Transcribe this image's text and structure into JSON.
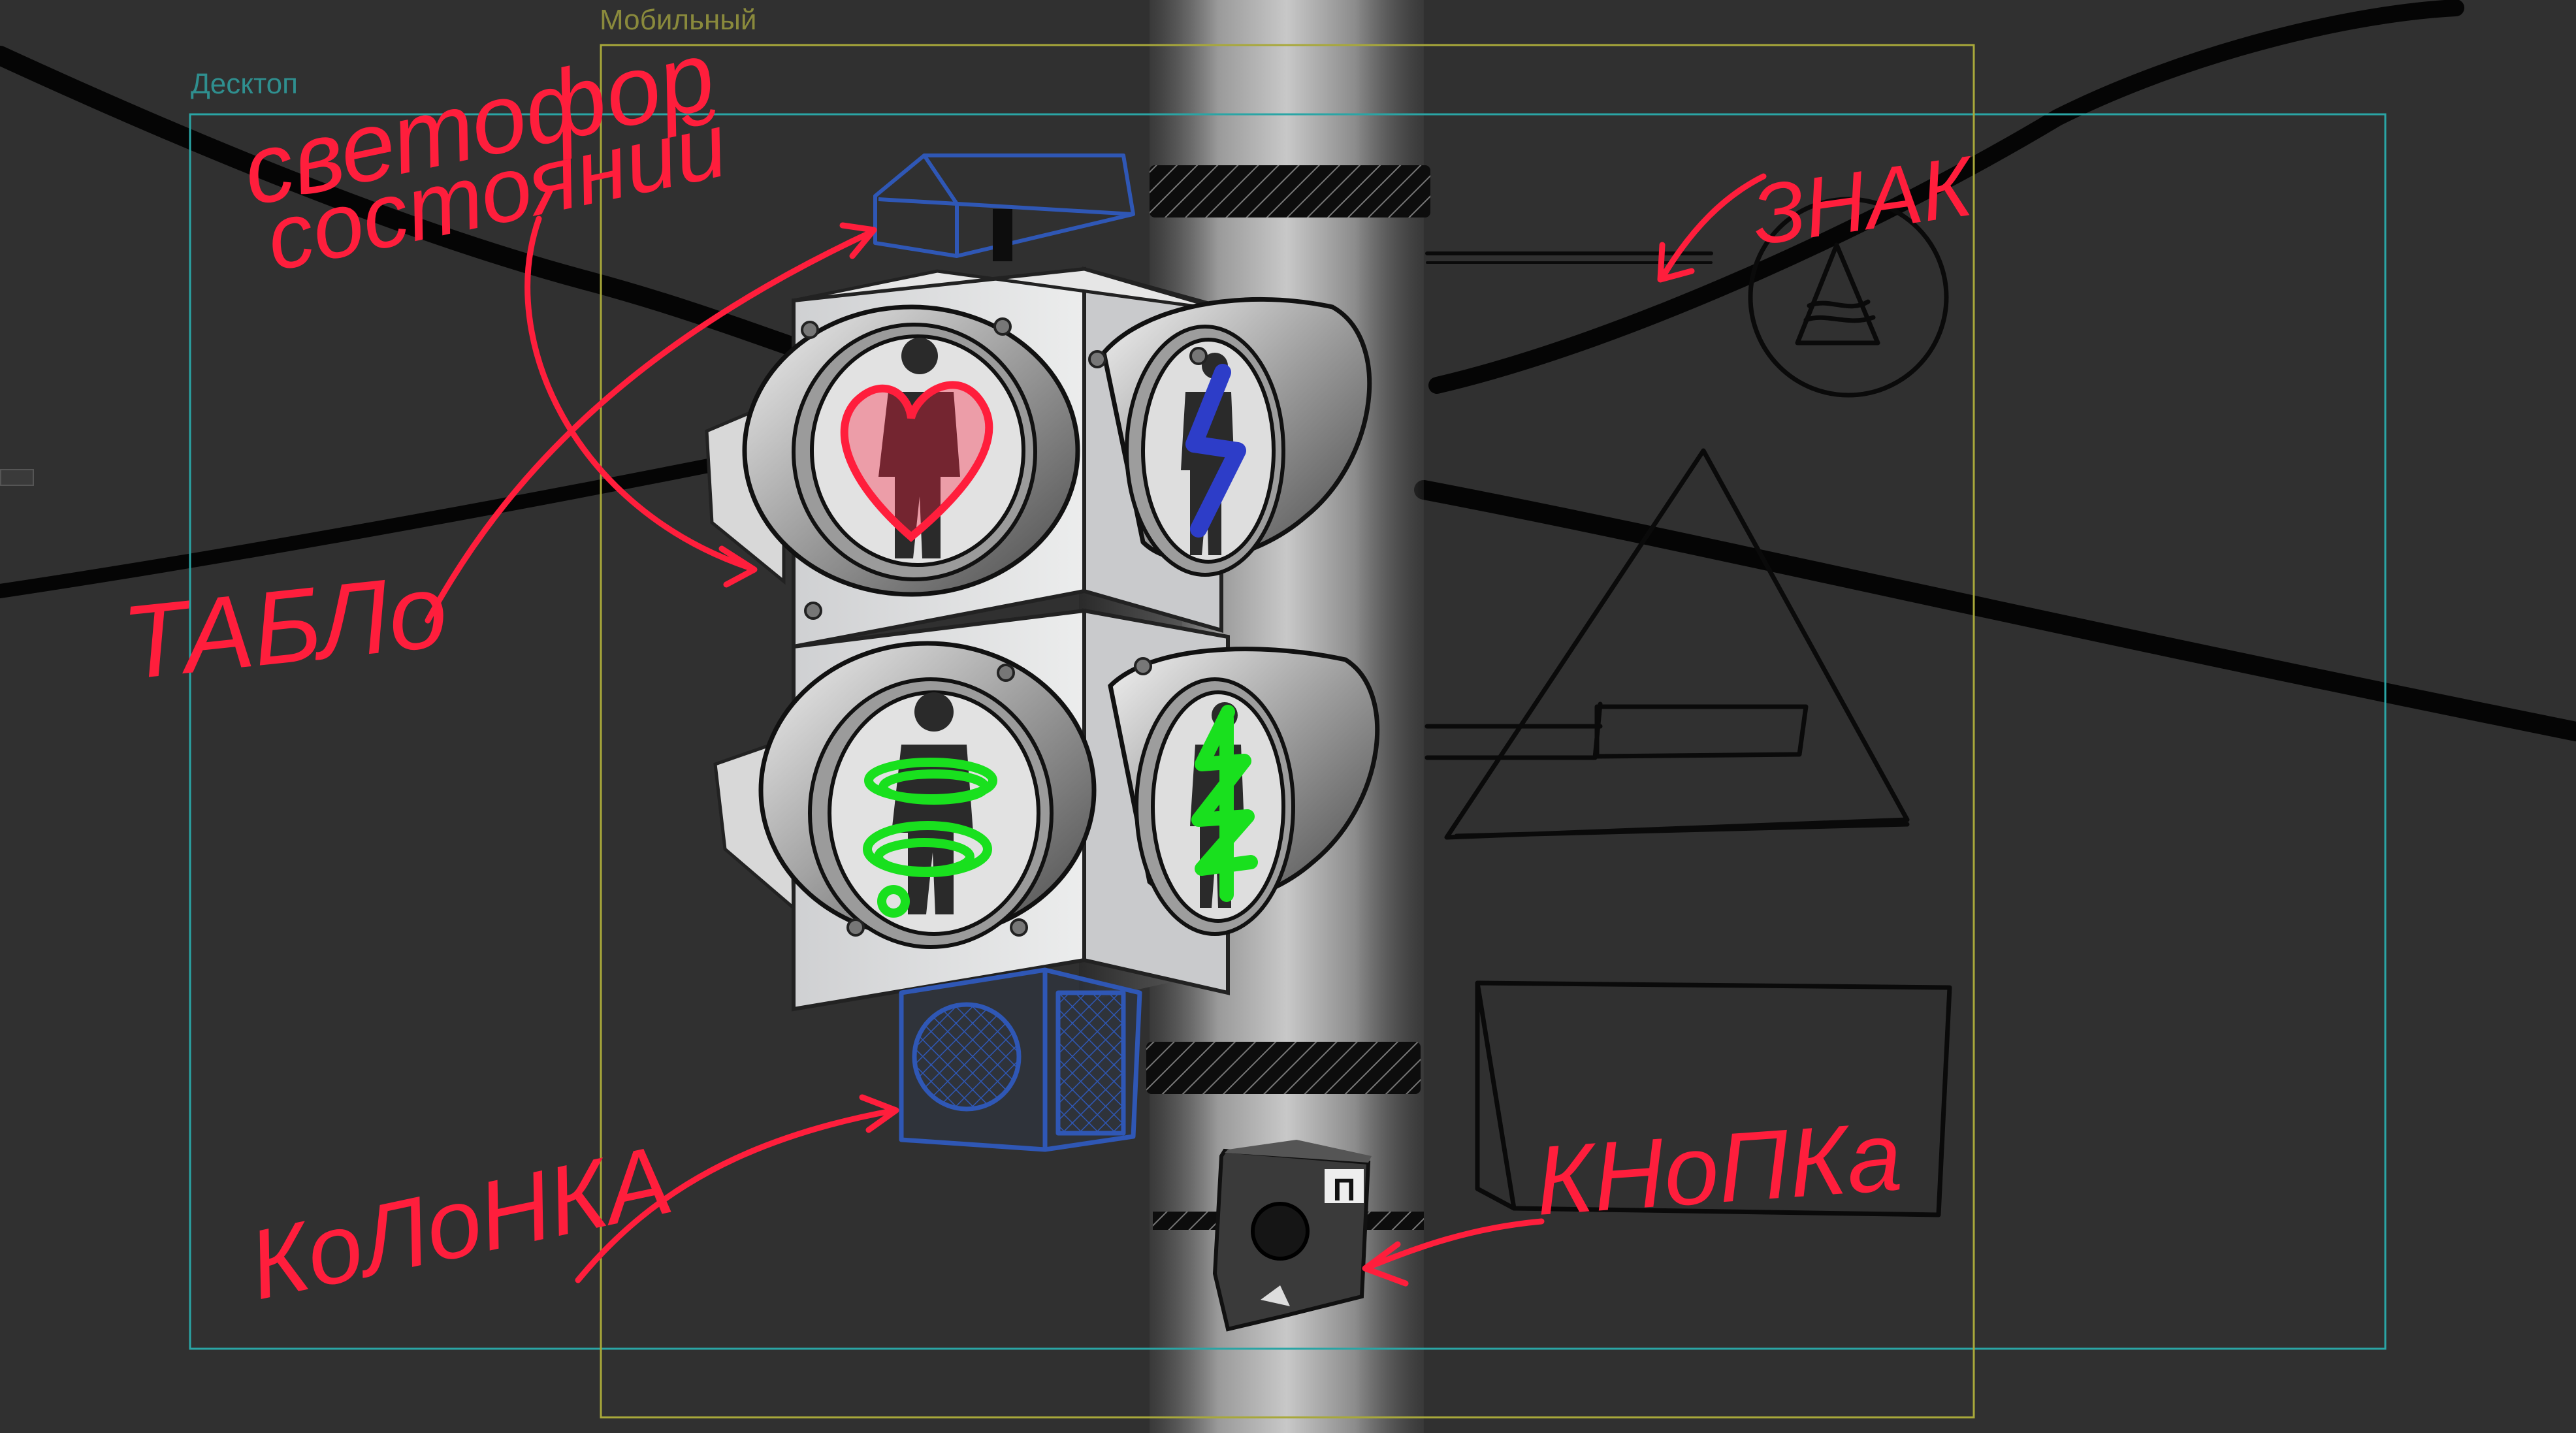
{
  "frames": {
    "mobile_label": "Мобильный",
    "desktop_label": "Десктоп"
  },
  "annotations": {
    "svetofor": "светофор",
    "sostoyaniy": "состояний",
    "tablo": "ТАБЛо",
    "znak": "ЗНАК",
    "kolonka": "КоЛоНКА",
    "knopka": "КНоПКа"
  },
  "colors": {
    "background": "#303030",
    "mobile_frame": "#a8a83a",
    "desktop_frame": "#2aa5a5",
    "annotation_red": "#ff1e3c",
    "sketch_blue": "#2f57b5",
    "sketch_green": "#19e01e",
    "sketch_black": "#0a0a0a"
  },
  "icons": {
    "button_device_logo": "П"
  }
}
